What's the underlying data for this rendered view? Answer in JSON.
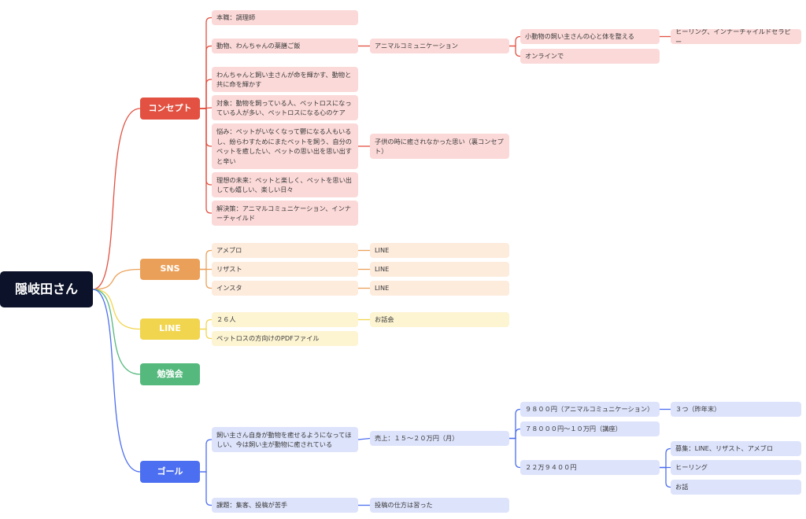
{
  "root": {
    "label": "隠岐田さん"
  },
  "branches": [
    {
      "key": "concept",
      "label": "コンセプト",
      "color": "#e25141",
      "children": [
        {
          "label": "本職：調理師"
        },
        {
          "label": "動物、わんちゃんの薬膳ご飯",
          "children": [
            {
              "label": "アニマルコミュニケーション",
              "children": [
                {
                  "label": "小動物の飼い主さんの心と体を整える",
                  "children": [
                    {
                      "label": "ヒーリング、インナーチャイルドセラピー"
                    }
                  ]
                },
                {
                  "label": "オンラインで"
                }
              ]
            }
          ]
        },
        {
          "label": "わんちゃんと飼い主さんが命を輝かす、動物と共に命を輝かす"
        },
        {
          "label": "対象：動物を飼っている人、ペットロスになっている人が多い、ペットロスになる心のケア"
        },
        {
          "label": "悩み：ペットがいなくなって鬱になる人もいるし、紛らわすためにまたペットを飼う、自分のペットを癒したい、ペットの思い出を思い出すと辛い",
          "children": [
            {
              "label": "子供の時に癒されなかった思い（裏コンセプト）"
            }
          ]
        },
        {
          "label": "理想の未来：ペットと楽しく、ペットを思い出しても嬉しい、楽しい日々"
        },
        {
          "label": "解決策：アニマルコミュニケーション、インナーチャイルド"
        }
      ]
    },
    {
      "key": "sns",
      "label": "SNS",
      "color": "#eba059",
      "children": [
        {
          "label": "アメブロ",
          "children": [
            {
              "label": "LINE"
            }
          ]
        },
        {
          "label": "リザスト",
          "children": [
            {
              "label": "LINE"
            }
          ]
        },
        {
          "label": "インスタ",
          "children": [
            {
              "label": "LINE"
            }
          ]
        }
      ]
    },
    {
      "key": "line",
      "label": "LINE",
      "color": "#f1d54e",
      "children": [
        {
          "label": "２６人",
          "children": [
            {
              "label": "お話会"
            }
          ]
        },
        {
          "label": "ペットロスの方向けのPDFファイル"
        }
      ]
    },
    {
      "key": "study",
      "label": "勉強会",
      "color": "#55b97d",
      "children": []
    },
    {
      "key": "goal",
      "label": "ゴール",
      "color": "#4c6ef0",
      "children": [
        {
          "label": "飼い主さん自身が動物を癒せるようになってほしい、今は飼い主が動物に癒されている",
          "children": [
            {
              "label": "売上：１５〜２０万円（月）",
              "children": [
                {
                  "label": "９８００円（アニマルコミュニケーション）",
                  "children": [
                    {
                      "label": "３つ（昨年末）"
                    }
                  ]
                },
                {
                  "label": "７８０００円〜１０万円（講座）"
                },
                {
                  "label": "２２万９４００円",
                  "children": [
                    {
                      "label": "募集：LINE、リザスト、アメブロ"
                    },
                    {
                      "label": "ヒーリング"
                    },
                    {
                      "label": "お話"
                    }
                  ]
                }
              ]
            }
          ]
        },
        {
          "label": "課題：集客、投稿が苦手",
          "children": [
            {
              "label": "投稿の仕方は習った"
            }
          ]
        }
      ]
    }
  ]
}
